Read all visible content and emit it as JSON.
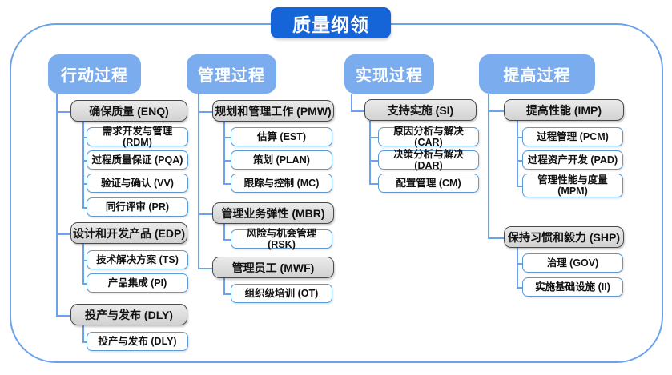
{
  "title": "质量纲领",
  "columns": [
    {
      "name": "行动过程",
      "groups": [
        {
          "label": "确保质量 (ENQ)",
          "children": [
            "需求开发与管理 (RDM)",
            "过程质量保证 (PQA)",
            "验证与确认 (VV)",
            "同行评审 (PR)"
          ]
        },
        {
          "label": "设计和开发产品 (EDP)",
          "children": [
            "技术解决方案 (TS)",
            "产品集成 (PI)"
          ]
        },
        {
          "label": "投产与发布 (DLY)",
          "children": [
            "投产与发布 (DLY)"
          ]
        }
      ]
    },
    {
      "name": "管理过程",
      "groups": [
        {
          "label": "规划和管理工作 (PMW)",
          "children": [
            "估算 (EST)",
            "策划 (PLAN)",
            "跟踪与控制 (MC)"
          ]
        },
        {
          "label": "管理业务弹性 (MBR)",
          "children": [
            "风险与机会管理 (RSK)"
          ]
        },
        {
          "label": "管理员工 (MWF)",
          "children": [
            "组织级培训 (OT)"
          ]
        }
      ]
    },
    {
      "name": "实现过程",
      "groups": [
        {
          "label": "支持实施 (SI)",
          "children": [
            "原因分析与解决 (CAR)",
            "决策分析与解决 (DAR)",
            "配置管理 (CM)"
          ]
        }
      ]
    },
    {
      "name": "提高过程",
      "groups": [
        {
          "label": "提高性能 (IMP)",
          "children": [
            "过程管理 (PCM)",
            "过程资产开发 (PAD)",
            "管理性能与度量 (MPM)"
          ]
        },
        {
          "label": "保持习惯和毅力 (SHP)",
          "children": [
            "治理 (GOV)",
            "实施基础设施 (II)"
          ]
        }
      ]
    }
  ],
  "colors": {
    "title_blue": "#1565D8",
    "header_blue": "#7AACEE",
    "connector_blue": "#6CA2EC",
    "item_border_blue": "#5B9BD5",
    "group_fill_gray": "#DCDCDC",
    "group_border_gray": "#4A4A4A"
  }
}
